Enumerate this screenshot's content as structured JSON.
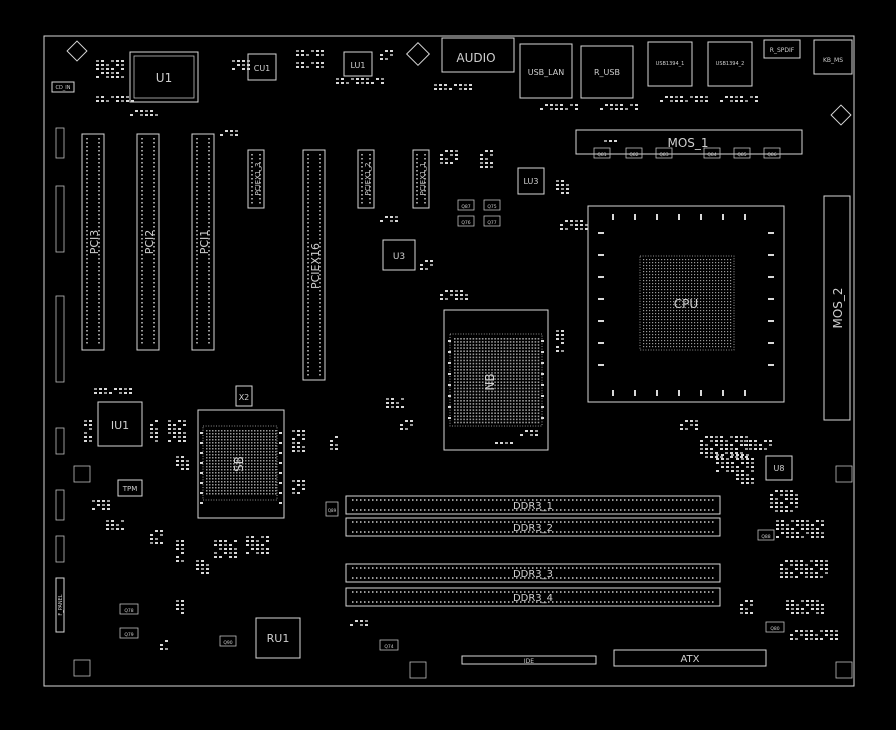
{
  "colors": {
    "background": "#000000",
    "outline": "#d6d6d6",
    "label": "#cfcfcf"
  },
  "board": {
    "chips": {
      "u1": "U1",
      "cu1": "CU1",
      "lu1": "LU1",
      "lu3": "LU3",
      "u3": "U3",
      "iu1": "IU1",
      "tpm": "TPM",
      "ru1": "RU1",
      "u8": "U8",
      "x2": "X2",
      "south_bridge": "SB",
      "north_bridge": "NB",
      "cpu": "CPU"
    },
    "slots": {
      "pci3": "PCI3",
      "pci2": "PCI2",
      "pci1": "PCI1",
      "pciex1_3": "PCIEX1_3",
      "pciex16": "PCIEX16",
      "pciex1_2": "PCIEX1_2",
      "pciex1_1": "PCIEX1_1"
    },
    "memory": [
      "DDR3_1",
      "DDR3_2",
      "DDR3_3",
      "DDR3_4"
    ],
    "connectors": {
      "audio": "AUDIO",
      "usb_lan": "USB_LAN",
      "r_usb": "R_USB",
      "usb1394_1": "USB1394_1",
      "usb1394_2": "USB1394_2",
      "r_spdif": "R_SPDIF",
      "kb_ms": "KB_MS",
      "atx": "ATX",
      "ide": "IDE",
      "cd_in": "CD_IN",
      "f_panel": "F_PANEL"
    },
    "mosfets": {
      "mos_1": "MOS_1",
      "mos_2": "MOS_2"
    },
    "small_parts": [
      "Q81",
      "Q82",
      "Q83",
      "Q84",
      "Q85",
      "Q86",
      "Q87",
      "Q75",
      "Q76",
      "Q77",
      "Q74",
      "Q78",
      "Q79",
      "Q80",
      "Q88",
      "Q89",
      "Q90"
    ]
  }
}
